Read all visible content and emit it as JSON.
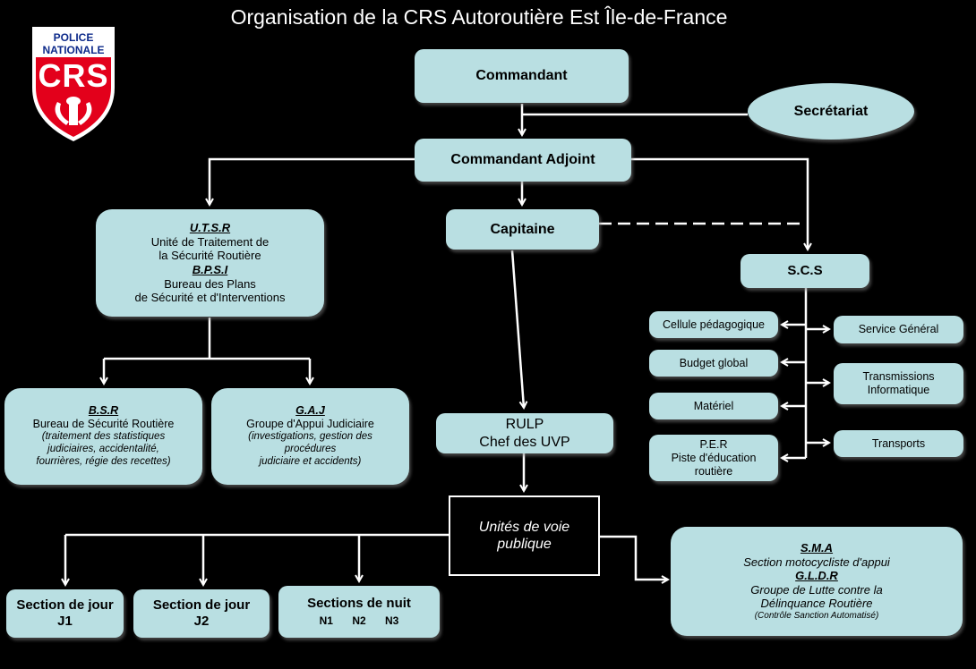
{
  "title": "Organisation de la CRS Autoroutière Est Île-de-France",
  "logo": {
    "line1": "POLICE",
    "line2": "NATIONALE",
    "line3": "CRS",
    "red": "#e3001b"
  },
  "colors": {
    "box": "#b9dfe2",
    "background": "#000000",
    "line": "#ffffff"
  },
  "commandant": "Commandant",
  "secretariat": "Secrétariat",
  "commandant_adjoint": "Commandant Adjoint",
  "capitaine": "Capitaine",
  "utsr": {
    "code": "U.T.S.R",
    "name1": "Unité de Traitement de",
    "name2": "la Sécurité Routière",
    "code2": "B.P.S.I",
    "name3": "Bureau des Plans",
    "name4": "de Sécurité et d'Interventions"
  },
  "scs": "S.C.S",
  "scs_left": [
    "Cellule pédagogique",
    "Budget global",
    "Matériel"
  ],
  "per": {
    "line1": "P.E.R",
    "line2": "Piste d'éducation",
    "line3": "routière"
  },
  "scs_right": [
    "Service Général",
    "Transports"
  ],
  "transmissions": {
    "line1": "Transmissions",
    "line2": "Informatique"
  },
  "bsr": {
    "code": "B.S.R",
    "name": "Bureau de Sécurité Routière",
    "d1": "(traitement des statistiques",
    "d2": "judiciaires, accidentalité,",
    "d3": "fourrières, régie des recettes)"
  },
  "gaj": {
    "code": "G.A.J",
    "name": "Groupe d'Appui Judiciaire",
    "d1": "(investigations, gestion des",
    "d2": "procédures",
    "d3": "judiciaire et accidents)"
  },
  "rulp": {
    "line1": "RULP",
    "line2": "Chef des UVP"
  },
  "uvp": {
    "line1": "Unités de voie",
    "line2": "publique"
  },
  "sma": {
    "code": "S.M.A",
    "name": "Section motocycliste d'appui",
    "code2": "G.L.D.R",
    "name2a": "Groupe de Lutte  contre la",
    "name2b": "Délinquance Routière",
    "note": "(Contrôle Sanction Automatisé)"
  },
  "j1": {
    "line1": "Section de jour",
    "line2": "J1"
  },
  "j2": {
    "line1": "Section de jour",
    "line2": "J2"
  },
  "nuit": {
    "line1": "Sections de nuit",
    "n1": "N1",
    "n2": "N2",
    "n3": "N3"
  }
}
